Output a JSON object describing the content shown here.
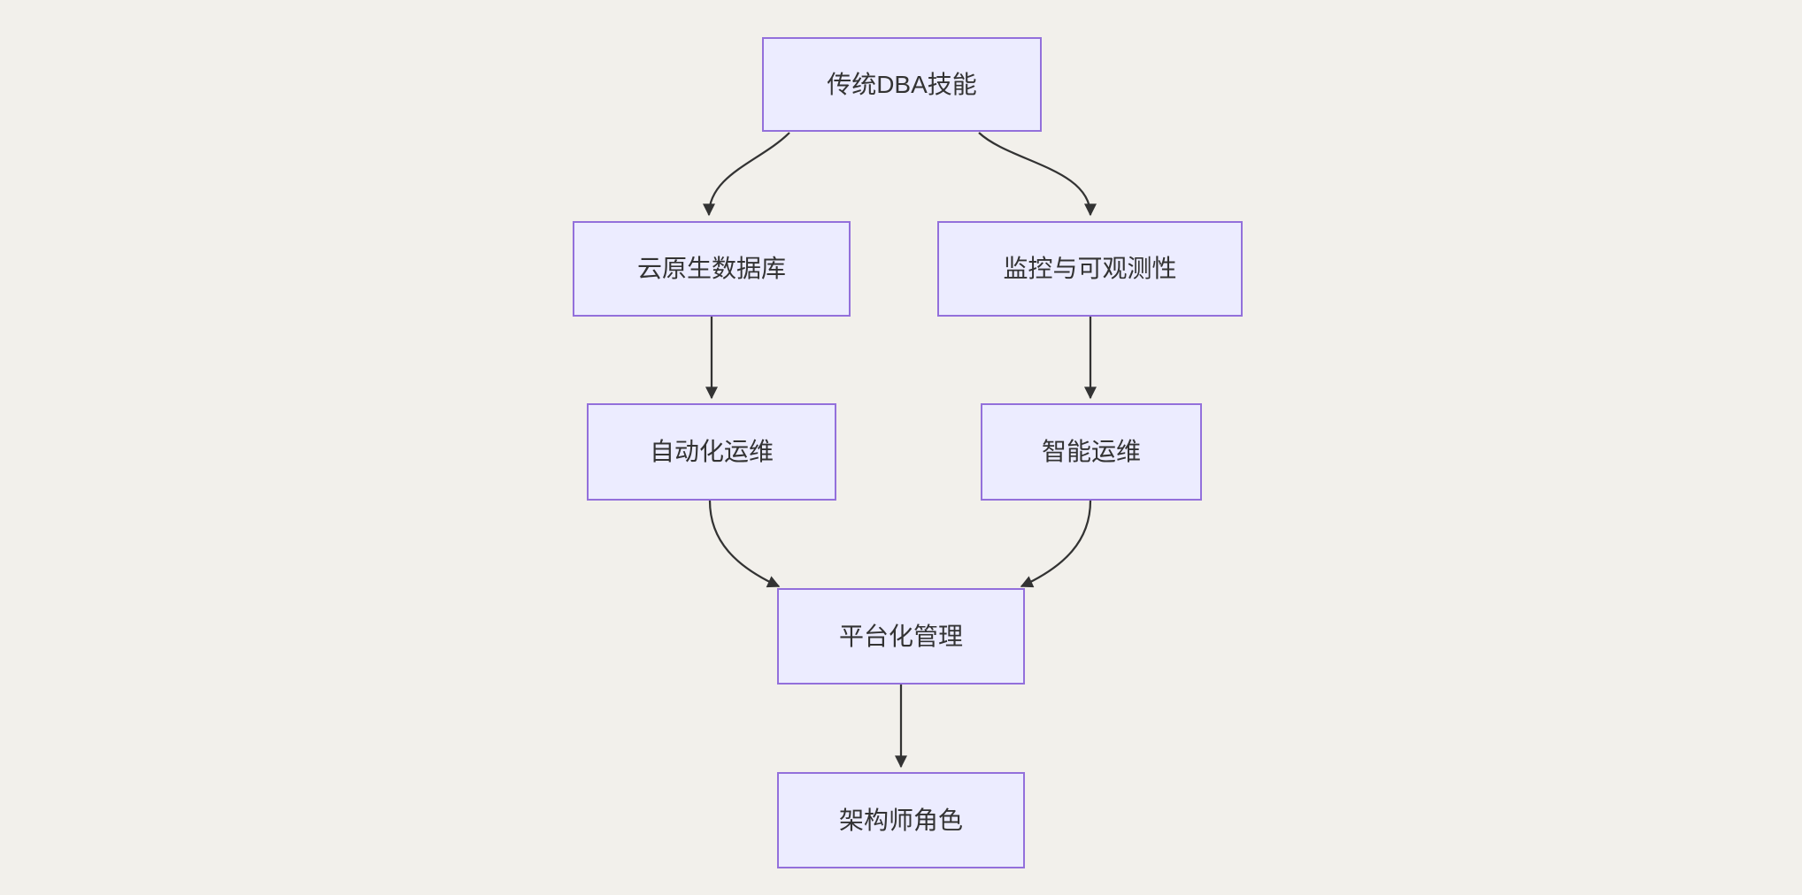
{
  "diagram": {
    "type": "flowchart",
    "direction": "top-down",
    "nodes": [
      {
        "id": "A",
        "label": "传统DBA技能"
      },
      {
        "id": "B",
        "label": "云原生数据库"
      },
      {
        "id": "C",
        "label": "监控与可观测性"
      },
      {
        "id": "D",
        "label": "自动化运维"
      },
      {
        "id": "E",
        "label": "智能运维"
      },
      {
        "id": "F",
        "label": "平台化管理"
      },
      {
        "id": "G",
        "label": "架构师角色"
      }
    ],
    "edges": [
      {
        "from": "传统DBA技能",
        "to": "云原生数据库"
      },
      {
        "from": "传统DBA技能",
        "to": "监控与可观测性"
      },
      {
        "from": "云原生数据库",
        "to": "自动化运维"
      },
      {
        "from": "监控与可观测性",
        "to": "智能运维"
      },
      {
        "from": "自动化运维",
        "to": "平台化管理"
      },
      {
        "from": "智能运维",
        "to": "平台化管理"
      },
      {
        "from": "平台化管理",
        "to": "架构师角色"
      }
    ],
    "colors": {
      "background": "#f2f0eb",
      "node_fill": "#ececff",
      "node_border": "#9370db",
      "edge": "#333333",
      "text": "#333333"
    }
  }
}
